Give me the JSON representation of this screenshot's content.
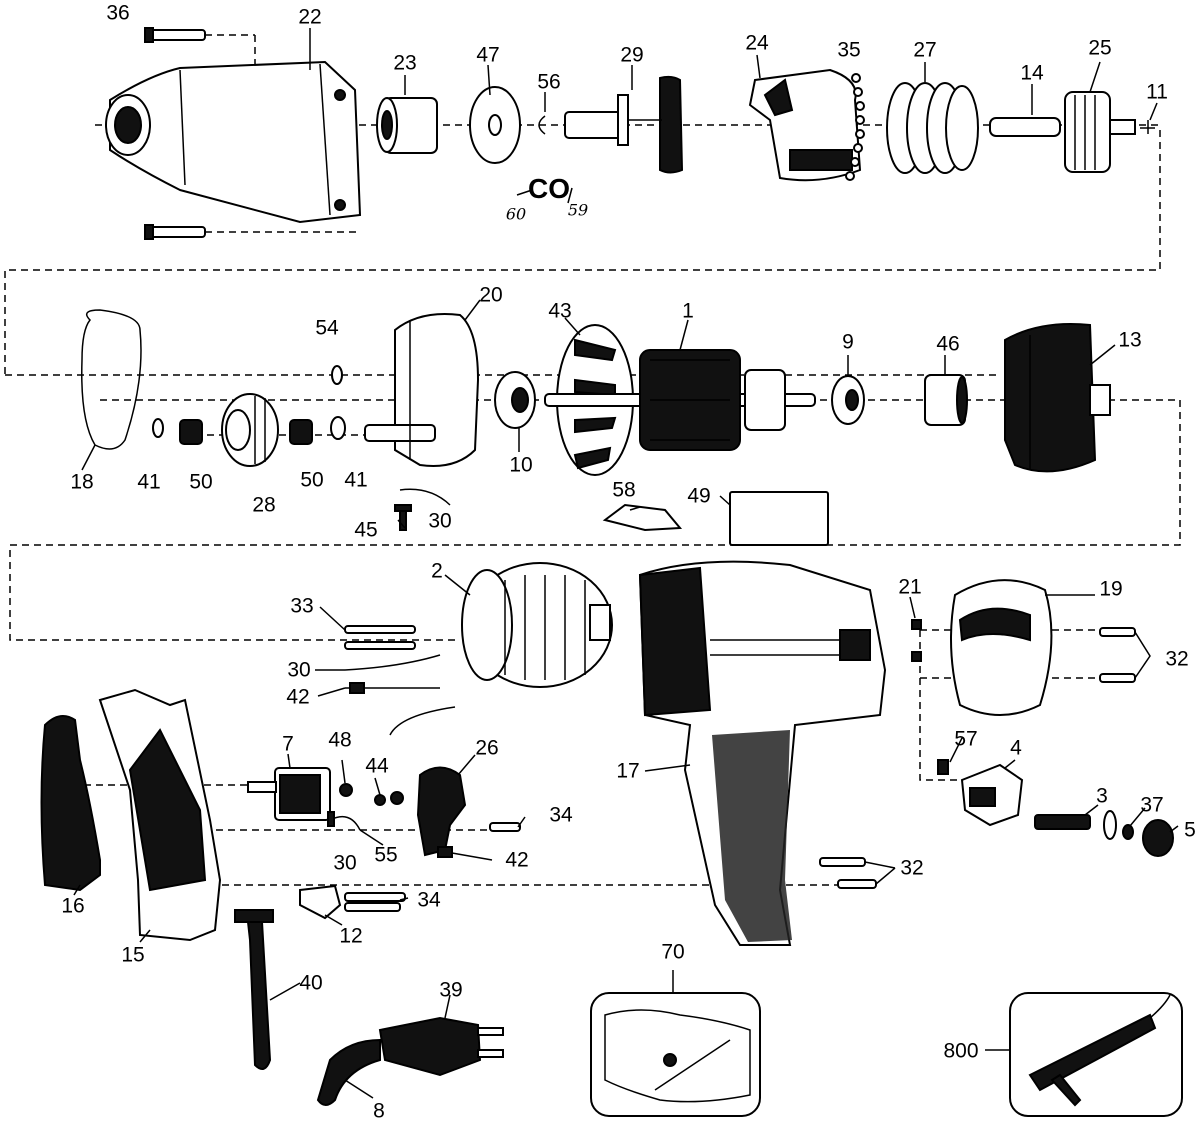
{
  "diagram": {
    "callouts": [
      {
        "id": "p36",
        "text": "36"
      },
      {
        "id": "p22",
        "text": "22"
      },
      {
        "id": "p23",
        "text": "23"
      },
      {
        "id": "p47",
        "text": "47"
      },
      {
        "id": "p56",
        "text": "56"
      },
      {
        "id": "p29",
        "text": "29"
      },
      {
        "id": "p24",
        "text": "24"
      },
      {
        "id": "p35",
        "text": "35"
      },
      {
        "id": "p27",
        "text": "27"
      },
      {
        "id": "p25",
        "text": "25"
      },
      {
        "id": "p14",
        "text": "14"
      },
      {
        "id": "p11",
        "text": "11"
      },
      {
        "id": "p20",
        "text": "20"
      },
      {
        "id": "p54",
        "text": "54"
      },
      {
        "id": "p43",
        "text": "43"
      },
      {
        "id": "p1",
        "text": "1"
      },
      {
        "id": "p9",
        "text": "9"
      },
      {
        "id": "p46",
        "text": "46"
      },
      {
        "id": "p13",
        "text": "13"
      },
      {
        "id": "p18",
        "text": "18"
      },
      {
        "id": "p41a",
        "text": "41"
      },
      {
        "id": "p50a",
        "text": "50"
      },
      {
        "id": "p28",
        "text": "28"
      },
      {
        "id": "p50b",
        "text": "50"
      },
      {
        "id": "p41b",
        "text": "41"
      },
      {
        "id": "p10",
        "text": "10"
      },
      {
        "id": "p45",
        "text": "45"
      },
      {
        "id": "p30a",
        "text": "30"
      },
      {
        "id": "p58",
        "text": "58"
      },
      {
        "id": "p49",
        "text": "49"
      },
      {
        "id": "p2",
        "text": "2"
      },
      {
        "id": "p33",
        "text": "33"
      },
      {
        "id": "p30b",
        "text": "30"
      },
      {
        "id": "p42a",
        "text": "42"
      },
      {
        "id": "p21",
        "text": "21"
      },
      {
        "id": "p19",
        "text": "19"
      },
      {
        "id": "p32a",
        "text": "32"
      },
      {
        "id": "p7",
        "text": "7"
      },
      {
        "id": "p48",
        "text": "48"
      },
      {
        "id": "p44",
        "text": "44"
      },
      {
        "id": "p26",
        "text": "26"
      },
      {
        "id": "p17",
        "text": "17"
      },
      {
        "id": "p57",
        "text": "57"
      },
      {
        "id": "p4",
        "text": "4"
      },
      {
        "id": "p3",
        "text": "3"
      },
      {
        "id": "p37",
        "text": "37"
      },
      {
        "id": "p5",
        "text": "5"
      },
      {
        "id": "p34a",
        "text": "34"
      },
      {
        "id": "p55",
        "text": "55"
      },
      {
        "id": "p30c",
        "text": "30"
      },
      {
        "id": "p42b",
        "text": "42"
      },
      {
        "id": "p16",
        "text": "16"
      },
      {
        "id": "p15",
        "text": "15"
      },
      {
        "id": "p34b",
        "text": "34"
      },
      {
        "id": "p12",
        "text": "12"
      },
      {
        "id": "p32b",
        "text": "32"
      },
      {
        "id": "p40",
        "text": "40"
      },
      {
        "id": "p39",
        "text": "39"
      },
      {
        "id": "p8",
        "text": "8"
      },
      {
        "id": "p70",
        "text": "70"
      },
      {
        "id": "p800",
        "text": "800"
      }
    ],
    "handwritten": [
      {
        "id": "h60",
        "text": "60"
      },
      {
        "id": "h59",
        "text": "59"
      }
    ]
  }
}
